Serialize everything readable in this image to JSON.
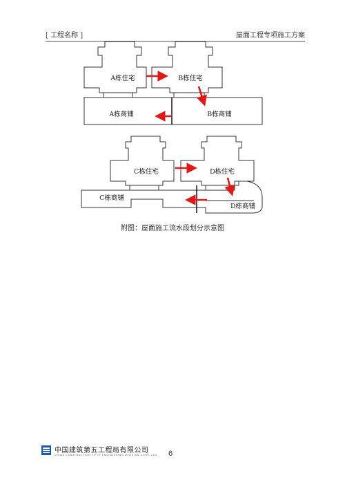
{
  "header": {
    "project_name": "[ 工程名称 ]",
    "doc_title": "屋面工程专项施工方案"
  },
  "figure": {
    "labels": {
      "a_res": "A栋住宅",
      "b_res": "B栋住宅",
      "a_shop": "A栋商铺",
      "b_shop": "B栋商铺",
      "c_res": "C栋住宅",
      "d_res": "D栋住宅",
      "c_shop": "C栋商铺",
      "d_shop": "D栋商铺"
    },
    "arrow_color": "#e01818",
    "caption": "附图：屋面施工流水段划分示意图"
  },
  "footer": {
    "company_cn": "中国建筑第五工程局有限公司",
    "company_en": "CHINA CONSTRUCTION FIFTH ENGINEERING DIVISION CORP. LTD",
    "page_number": "6"
  }
}
